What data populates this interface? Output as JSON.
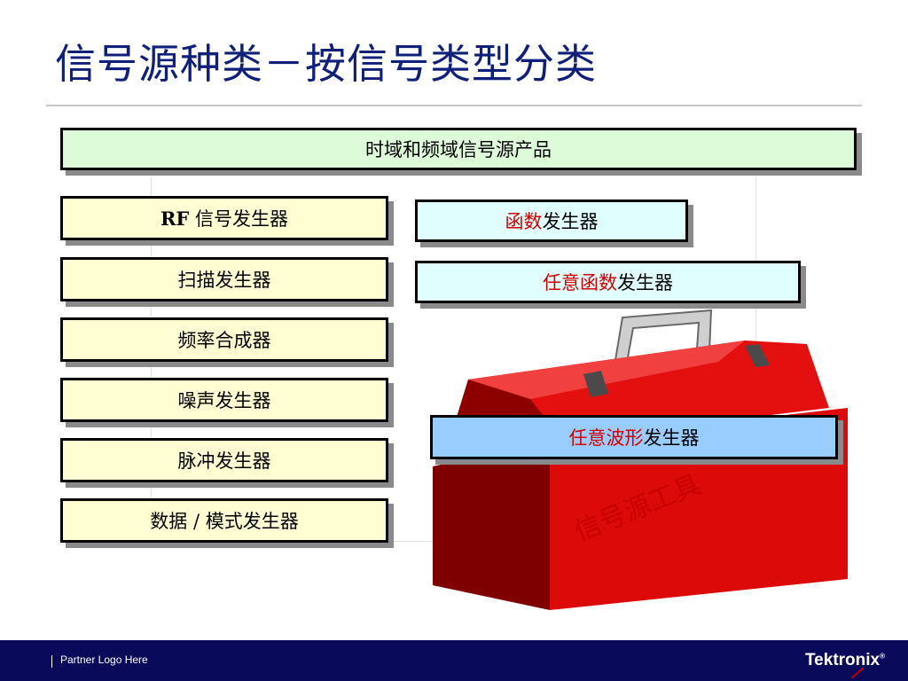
{
  "slide": {
    "title": "信号源种类－按信号类型分类",
    "top_box": "时域和频域信号源产品",
    "left_boxes": [
      {
        "prefix": "RF",
        "label": "信号发生器"
      },
      {
        "label": "扫描发生器"
      },
      {
        "label": "频率合成器"
      },
      {
        "label": "噪声发生器"
      },
      {
        "label": "脉冲发生器"
      },
      {
        "label": "数据 / 模式发生器"
      }
    ],
    "right_boxes": [
      {
        "red": "函数",
        "black": "发生器"
      },
      {
        "red": "任意函数",
        "black": "发生器"
      }
    ],
    "wave_box": {
      "red": "任意波形",
      "black": "发生器"
    },
    "toolbox_label": "信号源工具"
  },
  "footer": {
    "partner": "Partner Logo Here",
    "brand": "Tektronix",
    "brand_mark": "®"
  },
  "colors": {
    "title": "#10207a",
    "accent_red": "#d40000",
    "toolbox_red": "#dd0a0a",
    "footer_bg": "#0a0a5a",
    "left_box_bg": "#fefed2",
    "right_box_bg": "#e0fefe",
    "top_box_bg": "#ddfad9",
    "wave_box_bg": "#99ccff"
  }
}
